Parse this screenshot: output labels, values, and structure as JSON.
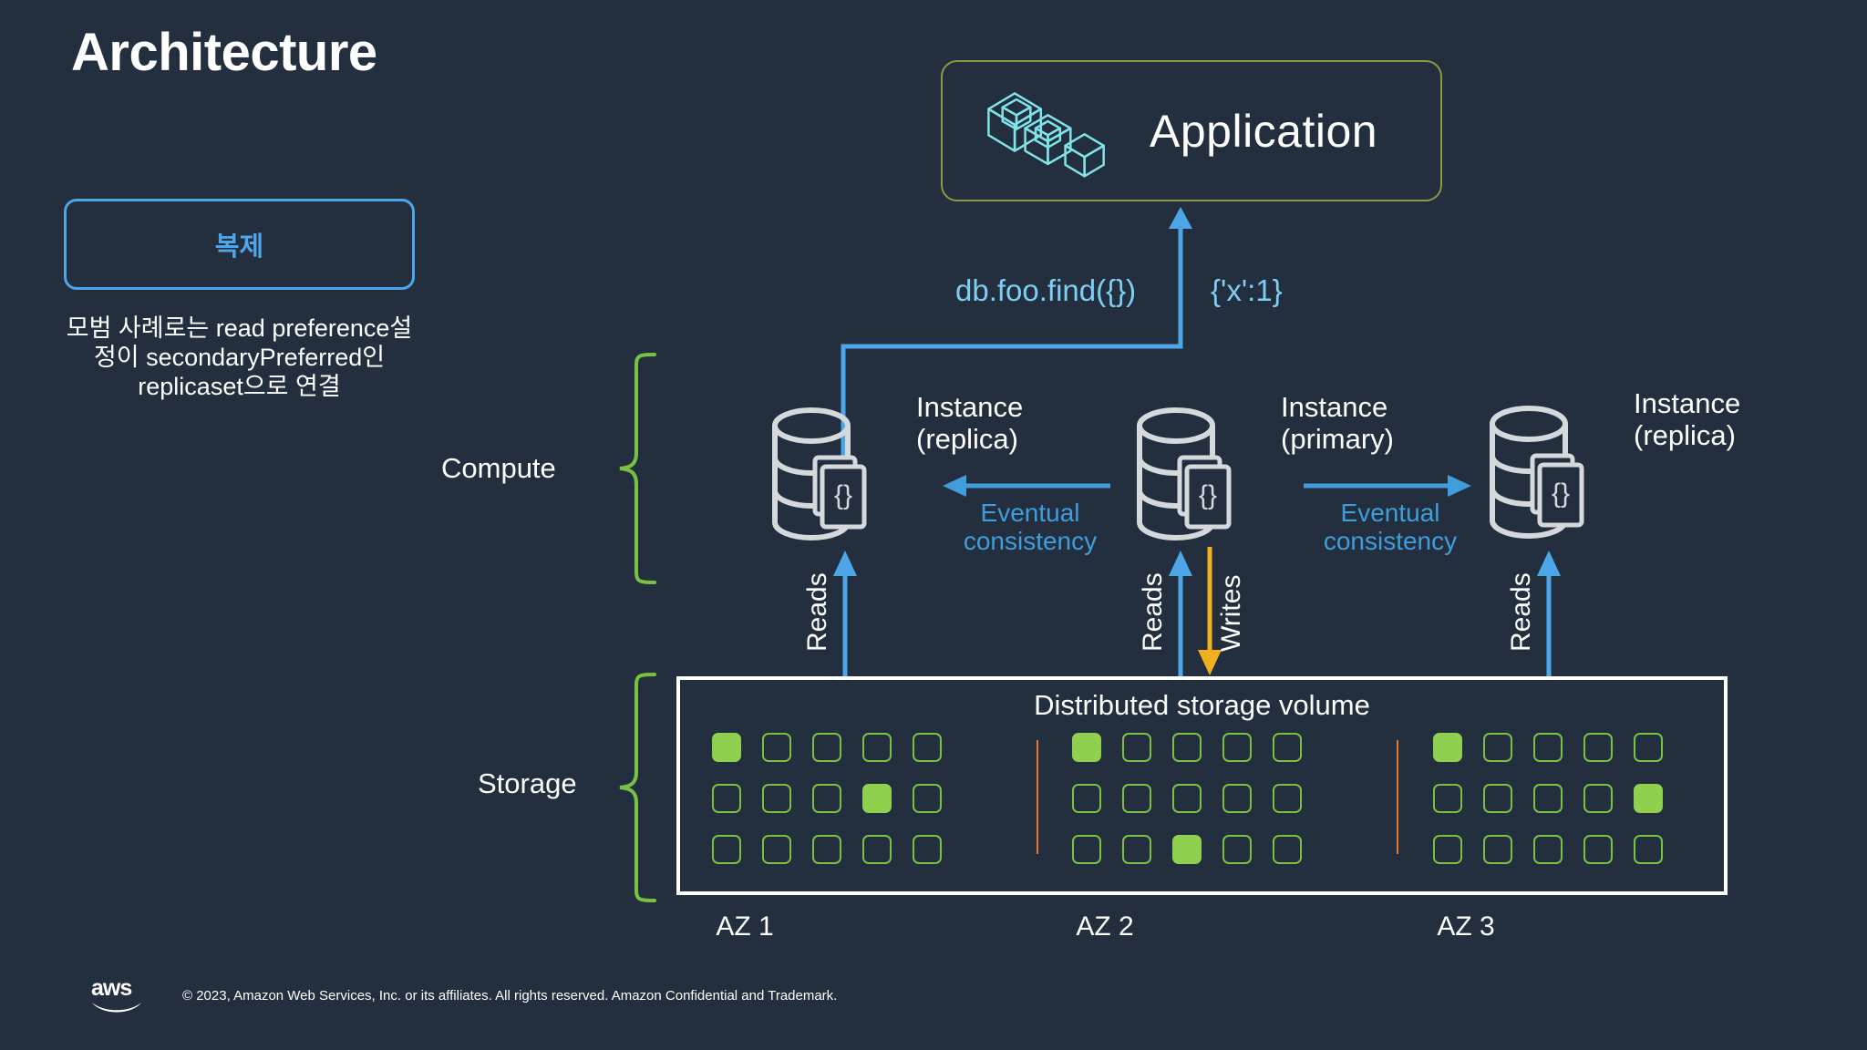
{
  "page": {
    "title": "Architecture",
    "background_color": "#232f3e"
  },
  "callout": {
    "badge_label": "복제",
    "badge_color": "#4da6e8",
    "note": "모범 사례로는 read preference설정이 secondaryPreferred인 replicaset으로 연결"
  },
  "application": {
    "label": "Application",
    "icon": "isometric-cubes-icon",
    "border_color": "#8a9a3f",
    "icon_color": "#7fe3e8"
  },
  "query": {
    "request": "db.foo.find({})",
    "response": "{'x':1}",
    "color": "#7fcdf0"
  },
  "sections": {
    "compute_label": "Compute",
    "storage_label": "Storage",
    "bracket_color": "#7ac143"
  },
  "instances": [
    {
      "name": "Instance\n(replica)",
      "role": "replica",
      "az": "AZ 1",
      "read_label": "Reads",
      "write_label": null
    },
    {
      "name": "Instance\n(primary)",
      "role": "primary",
      "az": "AZ 2",
      "read_label": "Reads",
      "write_label": "Writes"
    },
    {
      "name": "Instance\n(replica)",
      "role": "replica",
      "az": "AZ 3",
      "read_label": "Reads",
      "write_label": null
    }
  ],
  "consistency": {
    "left_label": "Eventual\nconsistency",
    "right_label": "Eventual\nconsistency",
    "color": "#3f9ddb"
  },
  "arrows": {
    "read_color": "#4da6e8",
    "write_color": "#f2b01e",
    "replication_color": "#3f9ddb"
  },
  "storage": {
    "title": "Distributed storage volume",
    "border_color": "#ffffff",
    "cell_border_color": "#7ac143",
    "cell_fill_color": "#8fd14f",
    "divider_color": "#e8762a",
    "azs": [
      {
        "caption": "AZ 1",
        "grid": [
          [
            1,
            0,
            0,
            0,
            0
          ],
          [
            0,
            0,
            0,
            1,
            0
          ],
          [
            0,
            0,
            0,
            0,
            0
          ]
        ]
      },
      {
        "caption": "AZ 2",
        "grid": [
          [
            1,
            0,
            0,
            0,
            0
          ],
          [
            0,
            0,
            0,
            0,
            0
          ],
          [
            0,
            0,
            1,
            0,
            0
          ]
        ]
      },
      {
        "caption": "AZ 3",
        "grid": [
          [
            1,
            0,
            0,
            0,
            0
          ],
          [
            0,
            0,
            0,
            0,
            1
          ],
          [
            0,
            0,
            0,
            0,
            0
          ]
        ]
      }
    ]
  },
  "footer": {
    "logo": "aws-logo",
    "copyright": "© 2023, Amazon Web Services, Inc. or its affiliates. All rights reserved. Amazon Confidential and Trademark."
  }
}
